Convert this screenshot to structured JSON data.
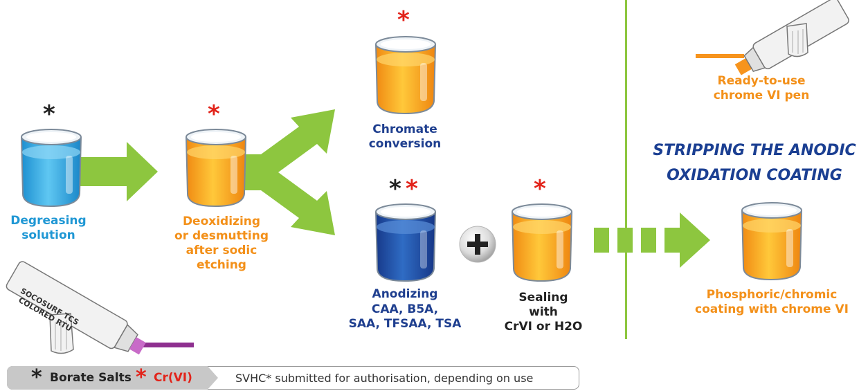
{
  "steps": {
    "degreasing": "Degreasing\nsolution",
    "deoxidizing": "Deoxidizing\nor desmutting\nafter sodic etching",
    "chromate": "Chromate\nconversion",
    "anodizing_title": "Anodizing",
    "anodizing_lines": "CAA, B5A,\nSAA, TFSAA, TSA",
    "sealing": "Sealing\nwith\nCrVI or H2O",
    "pen_top": "Ready-to-use\nchrome VI pen",
    "stripping_heading": "STRIPPING THE ANODIC\nOXIDATION COATING",
    "phosphoric": "Phosphoric/chromic\ncoating with chrome VI"
  },
  "pen_label": "SOCOSURF TCS\nCOLORED RTU",
  "asterisk": "*",
  "plus": "+",
  "legend": {
    "borate_label": "Borate Salts",
    "crvi_label": "Cr(VI)",
    "note": "SVHC* submitted for authorisation, depending on use"
  },
  "colors": {
    "borate": "#222222",
    "crvi": "#e2231a",
    "arrow": "#8dc63f",
    "blue_liquid": "#2aa7e0",
    "orange_liquid": "#f7a21b",
    "navy_liquid": "#1f4ea3",
    "divider": "#8dc63f"
  }
}
